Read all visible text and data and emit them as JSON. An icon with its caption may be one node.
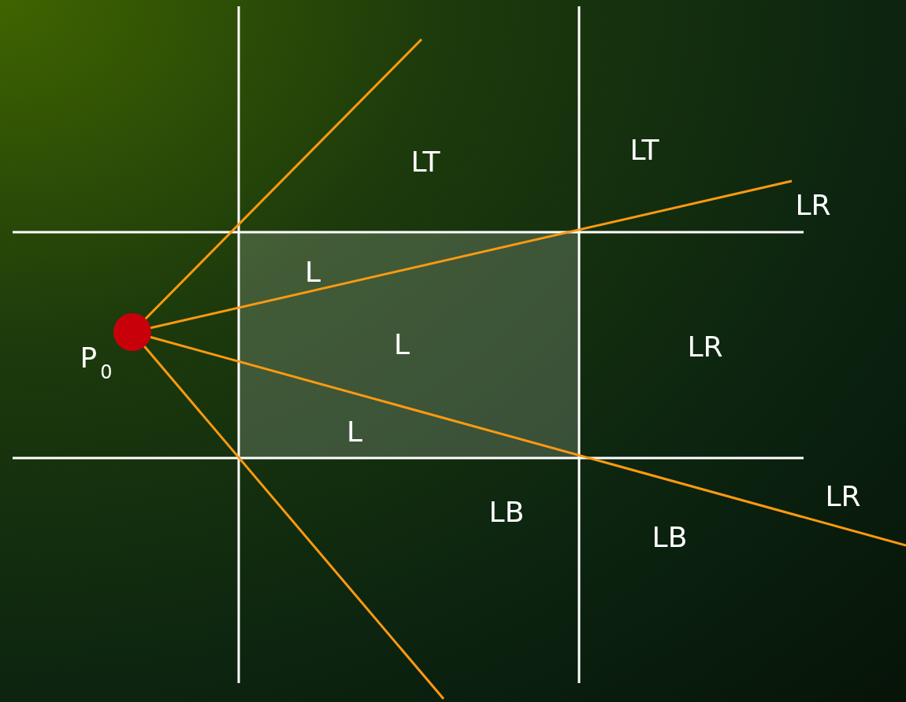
{
  "diagram": {
    "labels": [
      "LT",
      "LT",
      "LR",
      "L",
      "L",
      "LR",
      "P$_{0}$",
      "L",
      "LR",
      "LB",
      "LB"
    ]
  }
}
